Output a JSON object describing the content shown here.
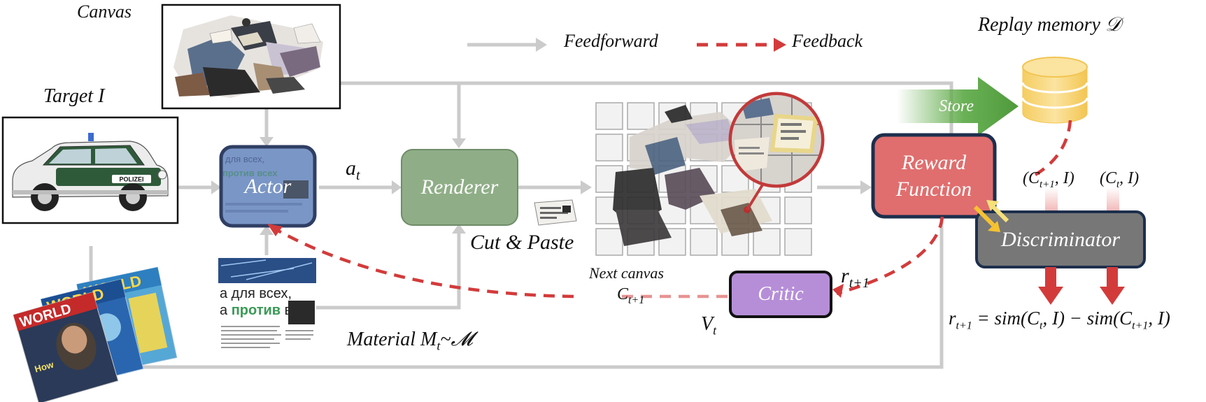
{
  "legend": {
    "feedforward": "Feedforward",
    "feedback": "Feedback"
  },
  "canvas_label": "Canvas",
  "target_label": "Target",
  "target_symbol": "I",
  "replay_label": "Replay memory",
  "replay_symbol": "𝒟",
  "actor_label": "Actor",
  "renderer_label": "Renderer",
  "reward_label_1": "Reward",
  "reward_label_2": "Function",
  "discriminator_label": "Discriminator",
  "critic_label": "Critic",
  "store_label": "Store",
  "cut_paste_label": "Cut & Paste",
  "next_canvas_label": "Next canvas",
  "material_label": "Material",
  "a_t": "a",
  "a_t_sub": "t",
  "r_t1": "r",
  "r_t1_sub": "t+1",
  "v_t": "V",
  "v_t_sub": "t",
  "c_t1": "C",
  "c_t1_sub": "t+1",
  "pair1": "(C",
  "pair1_sub": "t+1",
  "pair1_tail": ", I)",
  "pair2": "(C",
  "pair2_sub": "t",
  "pair2_tail": ", I)",
  "material_m": "M",
  "material_sub": "t",
  "material_tail": "~𝓜",
  "equation": {
    "r": "r",
    "r_sub": "t+1",
    "middle": " = sim(C",
    "c_sub1": "t",
    "mid2": ", I) − sim(C",
    "c_sub2": "t+1",
    "end": ", I)"
  },
  "magazine_text": {
    "world1": "WORLD",
    "world2": "WORLD",
    "world3": "WORLD",
    "how": "How"
  },
  "material_text": {
    "line1": "а для всех,",
    "line2a": "а ",
    "line2b": "против",
    "line2c": " всех"
  },
  "actor_overlay": {
    "line1": "для всех,",
    "line2": "против всех"
  },
  "police_text": "POLIZEI",
  "colors": {
    "arrow_gray": "#cbcbcb",
    "feedback_red": "#d33b3b",
    "actor_border": "#2f3e63",
    "actor_fill": "#6f8cbf",
    "renderer_fill": "#8fae87",
    "reward_fill": "#e06e6e",
    "discriminator_fill": "#777777",
    "critic_fill": "#b68ed8",
    "store_green": "#5aa843",
    "replay_yellow": "#f6d370",
    "grid_line": "#aaaaaa"
  }
}
